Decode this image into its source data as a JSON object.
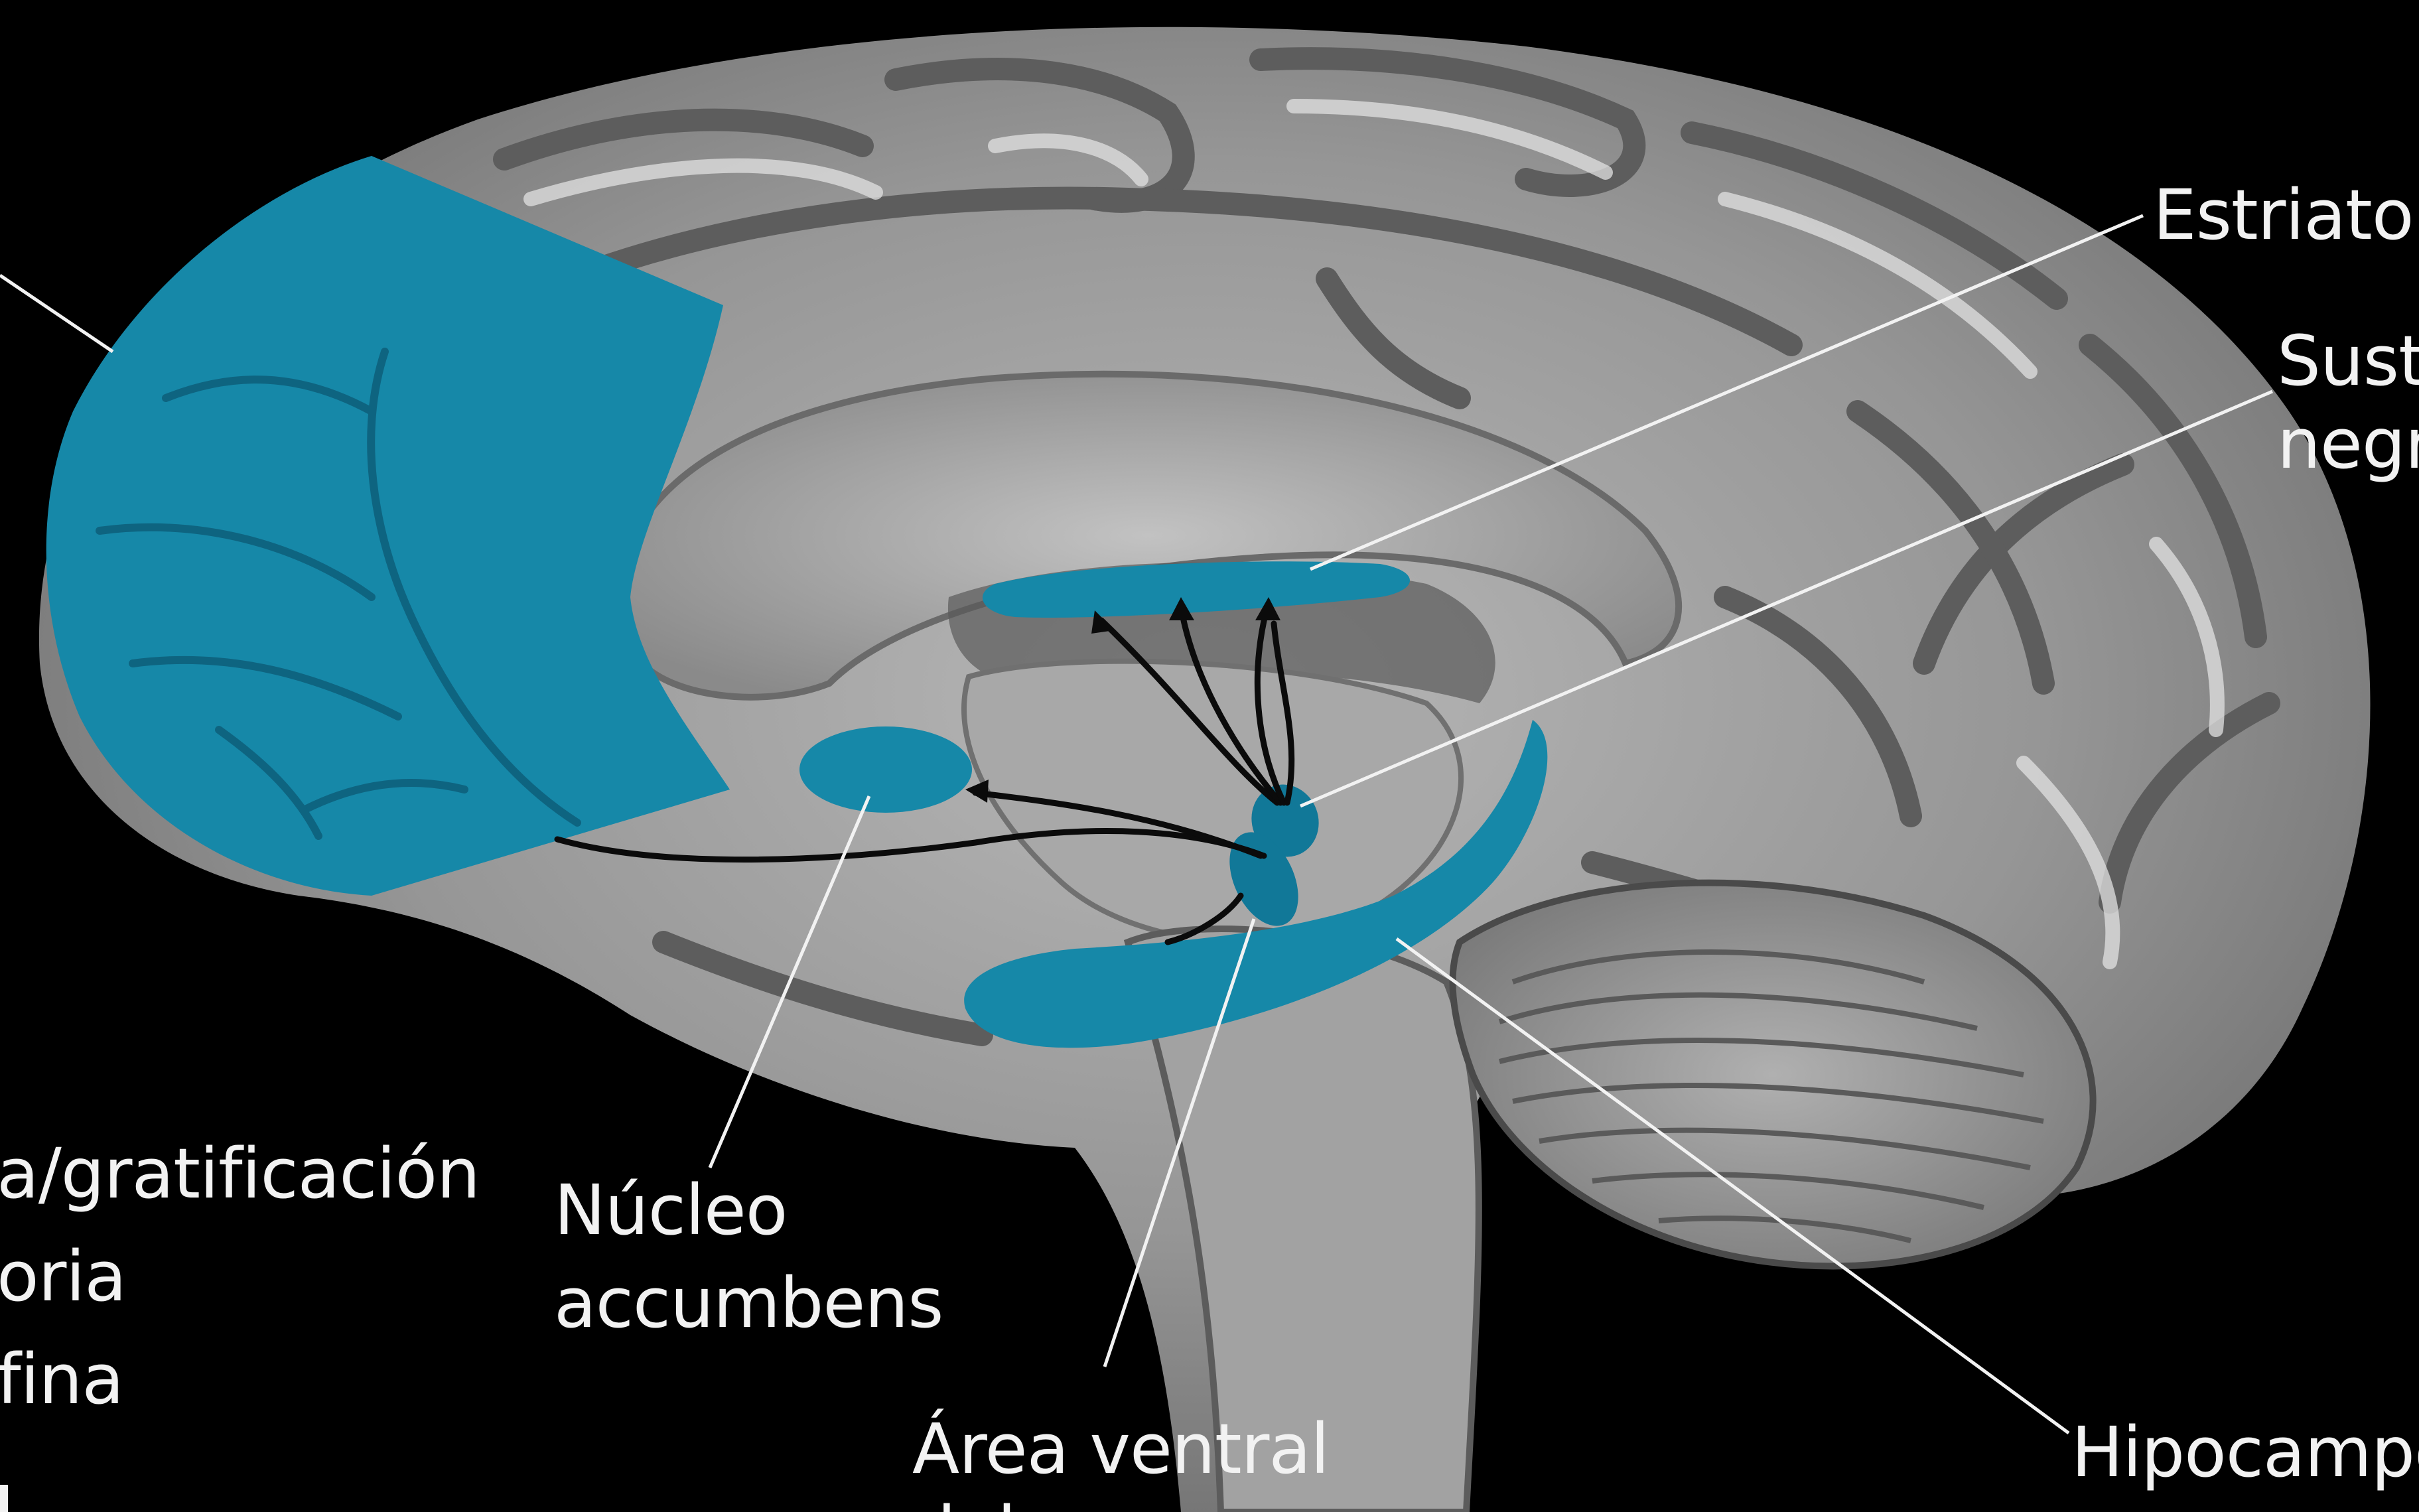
{
  "colors": {
    "background": "#000000",
    "brain_gray": "#9c9c9c",
    "highlight": "#1688a8",
    "pathway": "#0b0b0b",
    "leader": "#f2f2f2"
  },
  "labels": {
    "estriato": "Estriato",
    "sustancia_negra_line1": "Susta",
    "sustancia_negra_line2": "negr",
    "hipocampo": "Hipocampo",
    "area_ventral_line1": "Área ventral",
    "area_ventral_line2": "del",
    "nucleo_line1": "Núcleo",
    "nucleo_line2": "accumbens",
    "functions_line1": "a/gratificación",
    "functions_line2": "oria",
    "functions_line3": "fina"
  }
}
